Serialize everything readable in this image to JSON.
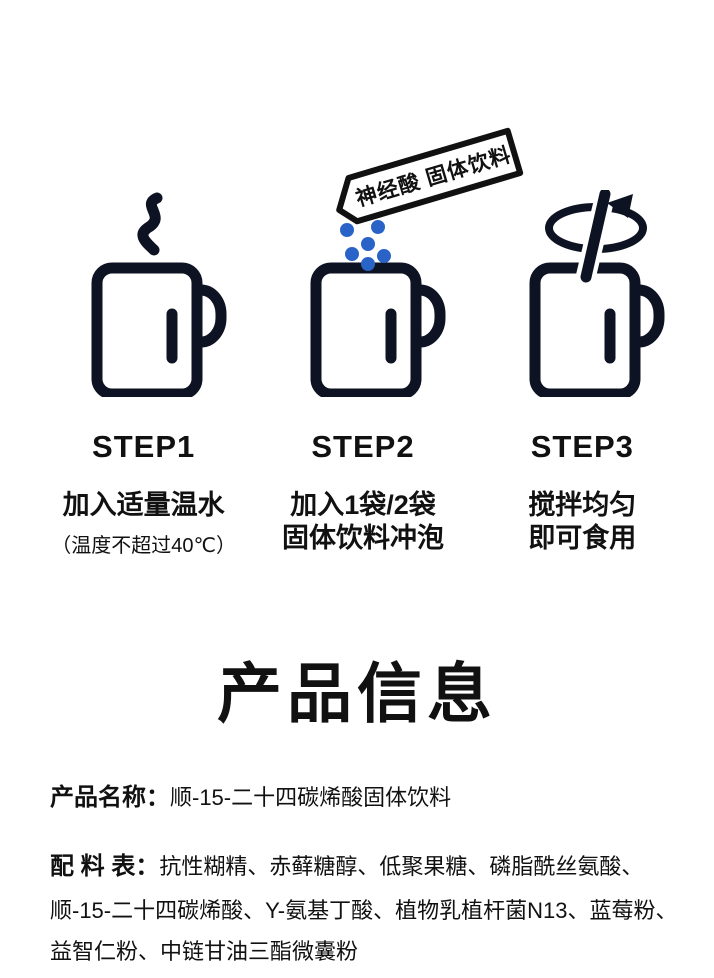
{
  "theme": {
    "background": "#ffffff",
    "text_color": "#111111",
    "line_art_color": "#0d1322",
    "granule_color": "#2a63c8"
  },
  "sachet": {
    "label": "神经酸 固体饮料"
  },
  "steps": [
    {
      "title": "STEP1",
      "icon": "steaming-mug-icon",
      "lines": [
        "加入适量温水"
      ],
      "note": "（温度不超过40℃）"
    },
    {
      "title": "STEP2",
      "icon": "mug-with-granules-icon",
      "lines": [
        "加入1袋/2袋",
        "固体饮料冲泡"
      ]
    },
    {
      "title": "STEP3",
      "icon": "mug-with-stirrer-icon",
      "lines": [
        "搅拌均匀",
        "即可食用"
      ]
    }
  ],
  "product_info": {
    "section_title": "产品信息",
    "name": {
      "label": "产品名称：",
      "value": "顺-15-二十四碳烯酸固体饮料"
    },
    "ingredients": {
      "label": "配 料 表：",
      "lines": [
        "抗性糊精、赤藓糖醇、低聚果糖、磷脂酰丝氨酸、",
        "顺-15-二十四碳烯酸、Y-氨基丁酸、植物乳植杆菌N13、蓝莓粉、",
        "益智仁粉、中链甘油三酯微囊粉"
      ]
    }
  }
}
